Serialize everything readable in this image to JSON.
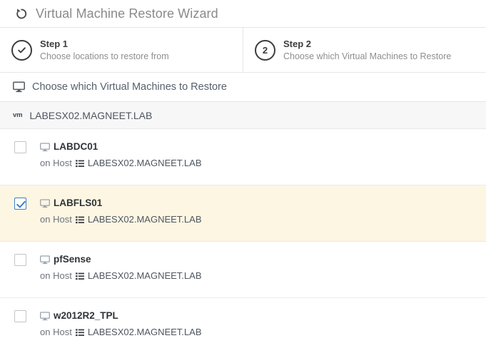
{
  "wizard": {
    "title": "Virtual Machine Restore Wizard",
    "restore_icon": "restore-arrow-icon"
  },
  "steps": [
    {
      "badge": "check-icon",
      "badge_text": "",
      "label": "Step 1",
      "description": "Choose locations to restore from",
      "state": "complete"
    },
    {
      "badge": "number",
      "badge_text": "2",
      "label": "Step 2",
      "description": "Choose which Virtual Machines to Restore",
      "state": "current"
    }
  ],
  "section": {
    "icon": "monitor-icon",
    "title": "Choose which Virtual Machines to Restore"
  },
  "host_group": {
    "badge": "vm",
    "name": "LABESX02.MAGNEET.LAB"
  },
  "vm_list": {
    "host_prefix": "on Host",
    "rows": [
      {
        "name": "LABDC01",
        "host": "LABESX02.MAGNEET.LAB",
        "checked": false
      },
      {
        "name": "LABFLS01",
        "host": "LABESX02.MAGNEET.LAB",
        "checked": true
      },
      {
        "name": "pfSense",
        "host": "LABESX02.MAGNEET.LAB",
        "checked": false
      },
      {
        "name": "w2012R2_TPL",
        "host": "LABESX02.MAGNEET.LAB",
        "checked": false
      }
    ]
  },
  "colors": {
    "selected_row_bg": "#fdf6e3",
    "checkbox_accent": "#3d7ec4",
    "group_bar_bg": "#f7f7f7",
    "title_text": "#8a8a8a",
    "border": "#e6e6e6"
  }
}
